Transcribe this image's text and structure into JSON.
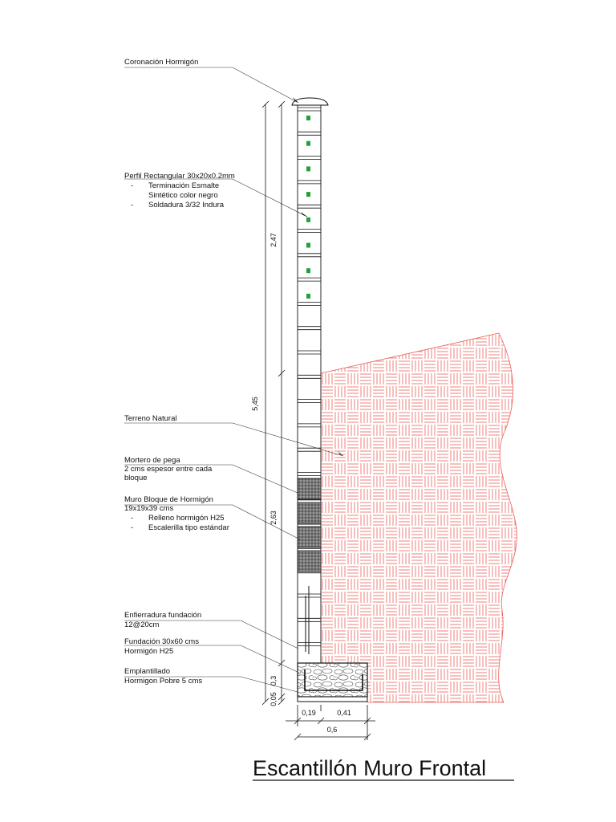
{
  "title": "Escantillón Muro Frontal",
  "labels": {
    "coronacion": "Coronación Hormigón",
    "perfil": {
      "title": "Perfil Rectangular 30x20x0.2mm",
      "dash1": "-",
      "line1": "Terminación Esmalte",
      "line1b": "Sintético color negro",
      "dash2": "-",
      "line2": "Soldadura 3/32 Indura"
    },
    "terreno": "Terreno Natural",
    "mortero": {
      "title": "Mortero de pega",
      "line1": "2 cms espesor entre cada",
      "line2": "bloque"
    },
    "muro": {
      "title": "Muro Bloque de Hormigón",
      "line1": "19x19x39 cms",
      "dash1": "-",
      "item1": "Relleno hormigón H25",
      "dash2": "-",
      "item2": "Escalerilla tipo estándar"
    },
    "enfierradura": {
      "title": "Enfierradura fundación",
      "line1": "12@20cm"
    },
    "fundacion": {
      "title": "Fundación 30x60 cms",
      "line1": "Hormigón H25"
    },
    "emplantillado": {
      "title": "Emplantillado",
      "line1": "Hormigon Pobre 5 cms"
    }
  },
  "dimensions": {
    "total_height": "5,45",
    "upper": "2,47",
    "lower": "2,63",
    "foundation": "0,3",
    "base": "0,05",
    "width_wall": "0,19",
    "width_footing": "0,41",
    "width_total": "0,6"
  },
  "colors": {
    "line": "#111111",
    "hatch": "#e8605a",
    "marker": "#1fa23a",
    "block_fill": "#555555"
  }
}
